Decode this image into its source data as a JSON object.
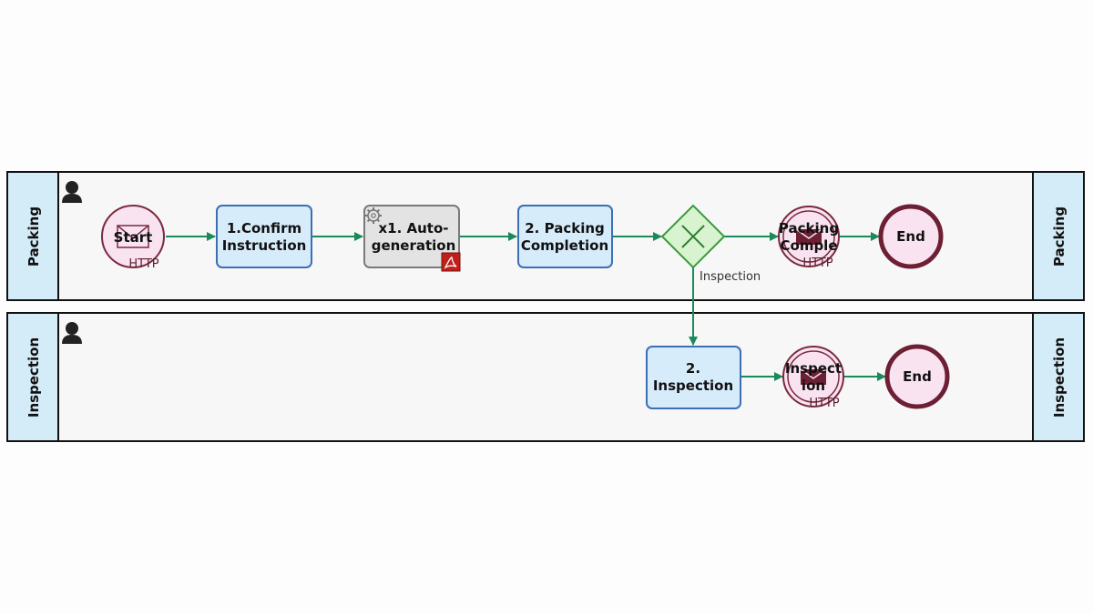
{
  "colors": {
    "lane_border": "#111111",
    "lane_bg": "#f7f7f7",
    "lane_header_bg": "#d4ecf8",
    "task_fill": "#d7ecfb",
    "task_stroke": "#3d6eb3",
    "system_task_fill": "#e3e3e3",
    "system_task_stroke": "#7a7a7a",
    "event_fill": "#f9e3f1",
    "event_stroke": "#7a2a3e",
    "end_stroke": "#6d1f34",
    "gateway_fill": "#d8f3cf",
    "gateway_stroke": "#3a9a3a",
    "flow": "#1b8a5a",
    "pdf_red": "#c0201a"
  },
  "lanes": [
    {
      "id": "packing",
      "label": "Packing",
      "icon": "person-icon"
    },
    {
      "id": "inspection",
      "label": "Inspection",
      "icon": "person-icon"
    }
  ],
  "nodes": {
    "start": {
      "line1": "Start",
      "sub": "HTTP",
      "icon": "http-message-icon"
    },
    "confirm": {
      "line1": "1.Confirm",
      "line2": "Instruction"
    },
    "autogen": {
      "line1": "x1. Auto-",
      "line2": "generation",
      "icon": "gear-icon",
      "badge": "pdf-icon"
    },
    "packing_completion": {
      "line1": "2. Packing",
      "line2": "Completion"
    },
    "gateway": {
      "icon": "exclusive-gateway-x-icon"
    },
    "packing_complete_event": {
      "line1": "Packing",
      "line2": "Comple",
      "sub": "HTTP",
      "icon": "envelope-icon"
    },
    "end_packing": {
      "label": "End"
    },
    "inspection_task": {
      "line1": "2.",
      "line2": "Inspection"
    },
    "inspection_event": {
      "line1": "Inspect",
      "line2": "ion",
      "sub": "HTTP",
      "icon": "envelope-icon"
    },
    "end_inspection": {
      "label": "End"
    }
  },
  "flows": {
    "gateway_to_inspection_label": "Inspection"
  }
}
